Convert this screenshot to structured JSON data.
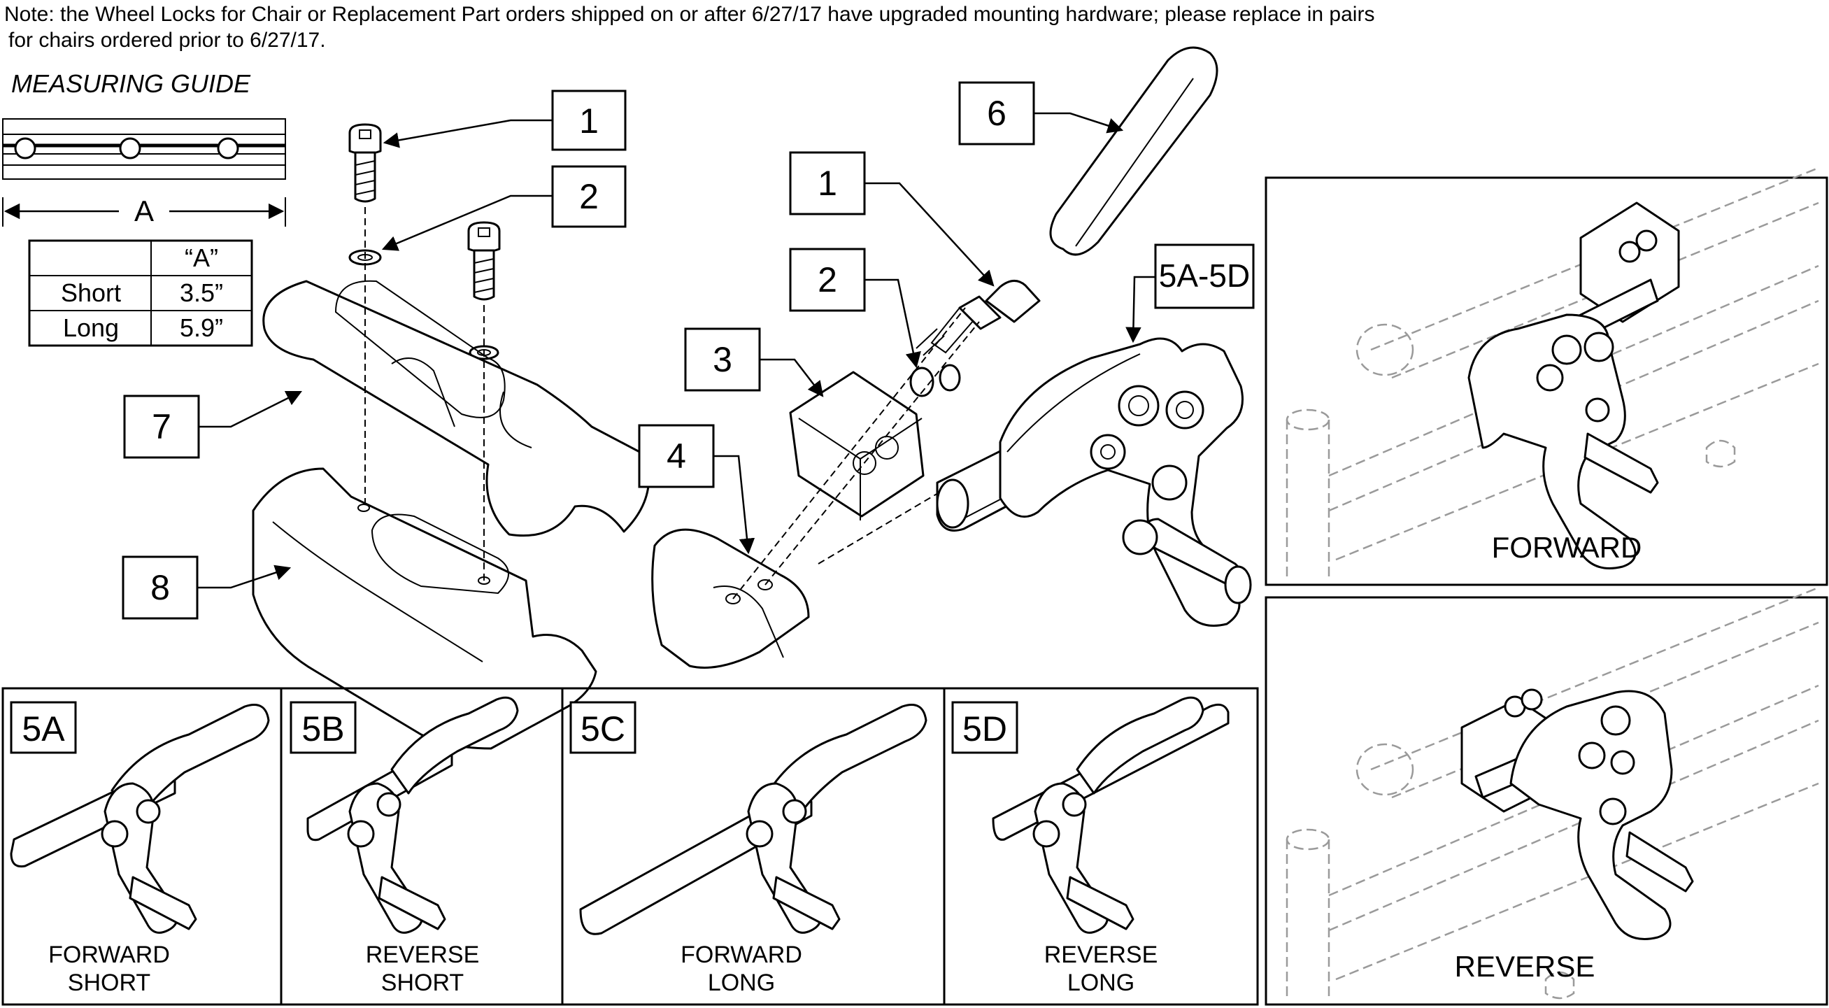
{
  "note": {
    "line1": "Note: the Wheel Locks for Chair or Replacement Part orders shipped on or after 6/27/17 have upgraded mounting hardware; please replace in pairs",
    "line2": "for chairs ordered prior to 6/27/17."
  },
  "measuring_guide": {
    "title": "MEASURING GUIDE",
    "dimension_label": "A",
    "table": {
      "header": [
        "",
        "“A”"
      ],
      "rows": [
        [
          "Short",
          "3.5”"
        ],
        [
          "Long",
          "5.9”"
        ]
      ]
    }
  },
  "callouts": {
    "left_1": "1",
    "left_2": "2",
    "left_7": "7",
    "left_8": "8",
    "mid_1": "1",
    "mid_2": "2",
    "mid_3": "3",
    "mid_4": "4",
    "mid_6": "6",
    "mid_5": "5A-5D"
  },
  "variants": [
    {
      "id": "5A",
      "line1": "FORWARD",
      "line2": "SHORT"
    },
    {
      "id": "5B",
      "line1": "REVERSE",
      "line2": "SHORT"
    },
    {
      "id": "5C",
      "line1": "FORWARD",
      "line2": "LONG"
    },
    {
      "id": "5D",
      "line1": "REVERSE",
      "line2": "LONG"
    }
  ],
  "views": {
    "forward": "FORWARD",
    "reverse": "REVERSE"
  }
}
